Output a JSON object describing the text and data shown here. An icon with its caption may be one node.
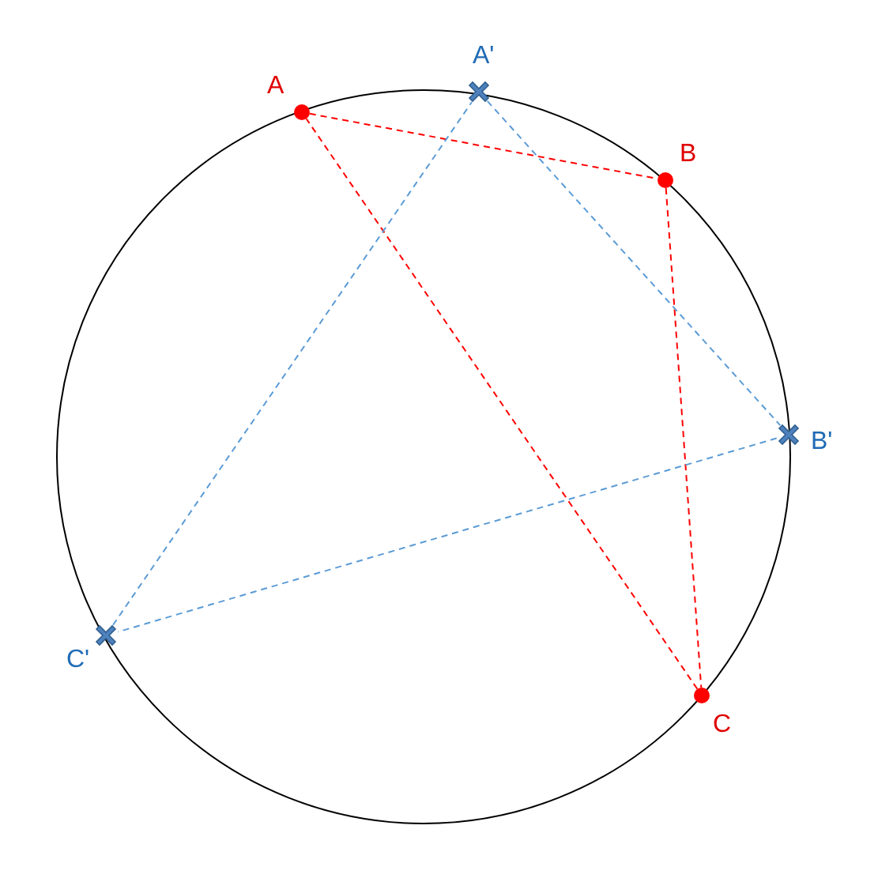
{
  "diagram": {
    "nodes": [
      {
        "text": [],
        "shape": "circle",
        "beside": [
          "A"
        ]
      },
      {
        "text": [],
        "shape": "circle",
        "beside": [
          "B"
        ]
      },
      {
        "text": [],
        "shape": "circle",
        "beside": [
          "C"
        ]
      },
      {
        "text": [],
        "shape": "cross",
        "beside": [
          "A'"
        ]
      },
      {
        "text": [],
        "shape": "cross",
        "beside": [
          "B'"
        ]
      },
      {
        "text": [],
        "shape": "cross",
        "beside": [
          "C'"
        ]
      }
    ],
    "edges": [
      {
        "from": 0,
        "to": 1,
        "arrow": "none",
        "style": "dashed",
        "color": "#ff0000"
      },
      {
        "from": 1,
        "to": 2,
        "arrow": "none",
        "style": "dashed",
        "color": "#ff0000"
      },
      {
        "from": 2,
        "to": 0,
        "arrow": "none",
        "style": "dashed",
        "color": "#ff0000"
      },
      {
        "from": 3,
        "to": 4,
        "arrow": "none",
        "style": "dashed",
        "color": "#5b9bd5"
      },
      {
        "from": 4,
        "to": 5,
        "arrow": "none",
        "style": "dashed",
        "color": "#5b9bd5"
      },
      {
        "from": 5,
        "to": 3,
        "arrow": "none",
        "style": "dashed",
        "color": "#5b9bd5"
      }
    ]
  }
}
